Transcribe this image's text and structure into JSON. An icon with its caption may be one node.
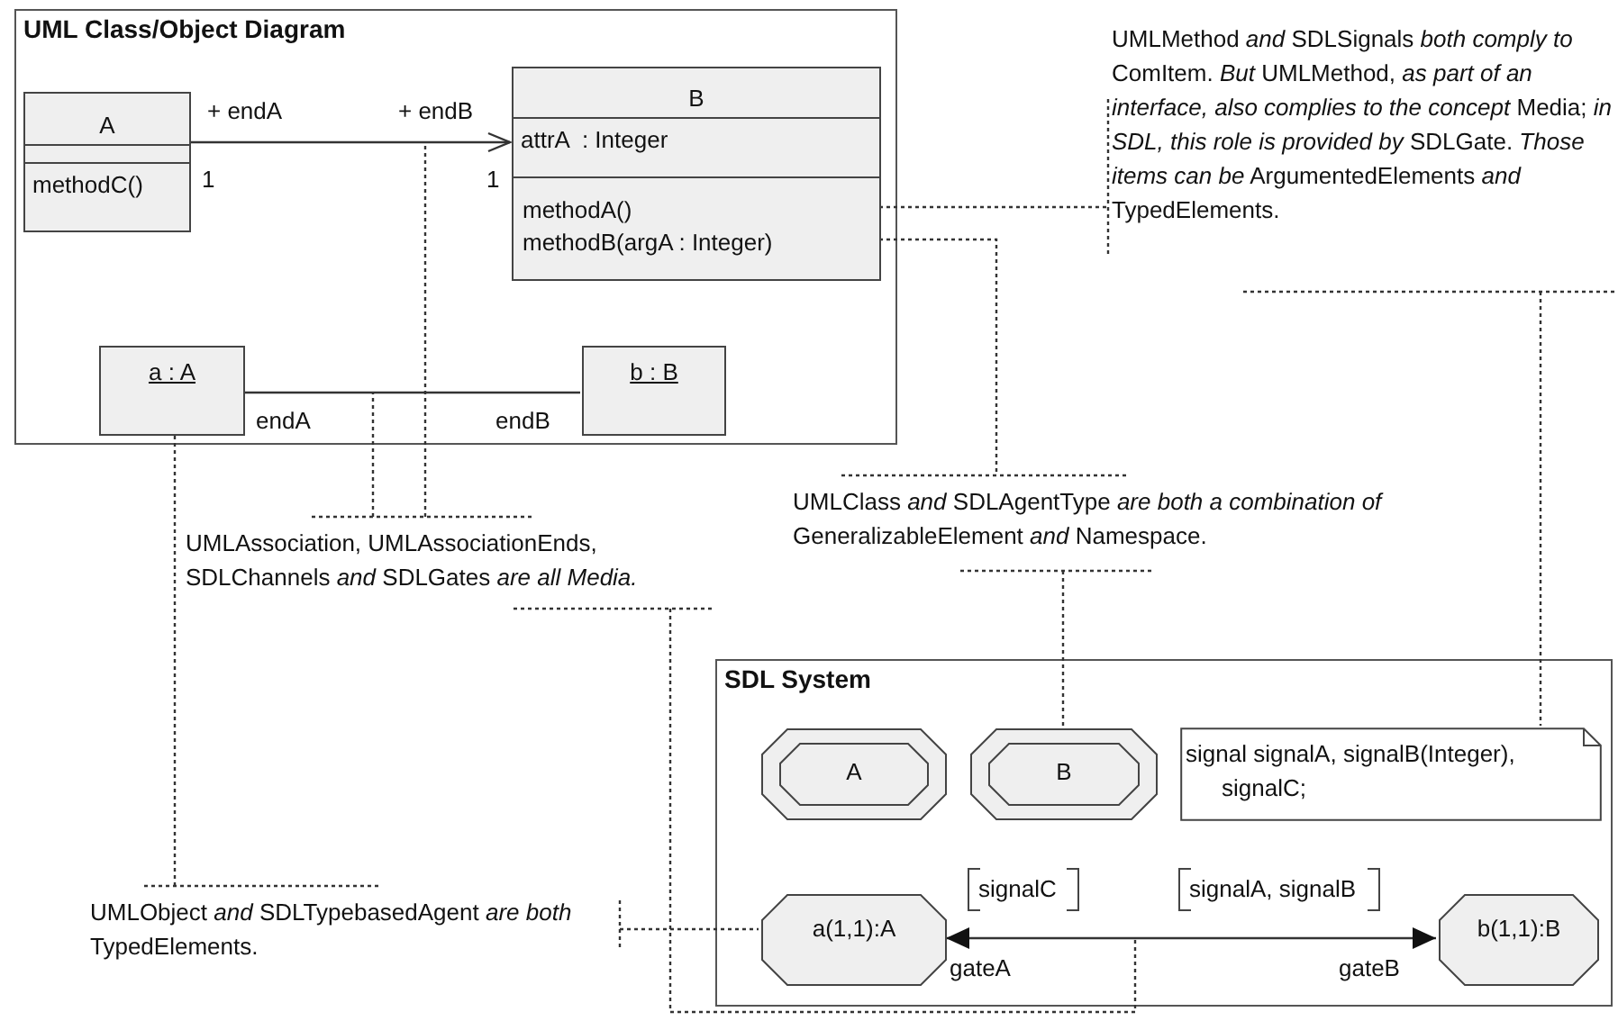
{
  "diagram": {
    "nodes": [
      {
        "text": [
          "UML Class/Object Diagram"
        ]
      },
      {
        "text": [
          "A",
          "methodC()"
        ],
        "in": 0
      },
      {
        "text": [
          "B",
          "attrA  : Integer"
        ],
        "in": 0
      },
      {
        "text": [
          "methodA()"
        ],
        "in": 2
      },
      {
        "text": [
          "methodB(argA : Integer)"
        ],
        "in": 2
      },
      {
        "text": [
          "a : A"
        ],
        "in": 0
      },
      {
        "text": [
          "b : B"
        ],
        "in": 0
      },
      {
        "text": [
          "UMLMethod *and* SDLSignals *both comply to* ComItem. *But* UMLMethod, *as part of an interface, also complies to the concept* Media; *in SDL, this role is provided by* SDLGate. *Those items can be* ArgumentedElements *and* TypedElements."
        ]
      },
      {
        "text": [
          "UMLAssociation, UMLAssociationEnds, SDLChannels *and* SDLGates *are all Media.*"
        ]
      },
      {
        "text": [
          "UMLClass *and* SDLAgentType *are both a combination of* GeneralizableElement *and* Namespace."
        ]
      },
      {
        "text": [
          "SDL System"
        ]
      },
      {
        "text": [
          "A"
        ],
        "in": 10
      },
      {
        "text": [
          "B"
        ],
        "in": 10
      },
      {
        "text": [
          "signal signalA, signalB(Integer), signalC;"
        ],
        "in": 10
      },
      {
        "text": [
          "a(1,1):A"
        ],
        "in": 10
      },
      {
        "text": [
          "b(1,1):B"
        ],
        "in": 10
      },
      {
        "text": [
          "UMLObject *and* SDLTypebasedAgent *are both* TypedElements."
        ]
      }
    ],
    "edges": [
      {
        "from": 1,
        "to": 2,
        "arrow": "to"
      },
      {
        "from": 5,
        "to": 6,
        "arrow": "none"
      },
      {
        "from": 3,
        "to": 7,
        "arrow": "none",
        "style": "dashed"
      },
      {
        "from": 4,
        "to": 9,
        "arrow": "none",
        "style": "dashed"
      },
      {
        "from": 7,
        "to": 13,
        "arrow": "none",
        "style": "dashed"
      },
      {
        "from": 8,
        "to": null,
        "arrow": "none",
        "style": "dashed"
      },
      {
        "from": 8,
        "to": null,
        "arrow": "none",
        "style": "dashed"
      },
      {
        "from": 8,
        "to": null,
        "arrow": "none",
        "style": "dashed"
      },
      {
        "from": 16,
        "to": 5,
        "arrow": "none",
        "style": "dashed"
      },
      {
        "from": 16,
        "to": 14,
        "arrow": "none",
        "style": "dashed"
      },
      {
        "from": 9,
        "to": 12,
        "arrow": "none",
        "style": "dashed"
      },
      {
        "from": 14,
        "to": 15,
        "arrow": "both"
      }
    ],
    "labels": [
      "+ endA",
      "+ endB",
      "1",
      "1",
      "endA",
      "endB",
      "signalC",
      "signalA, signalB",
      "gateA",
      "gateB"
    ]
  }
}
